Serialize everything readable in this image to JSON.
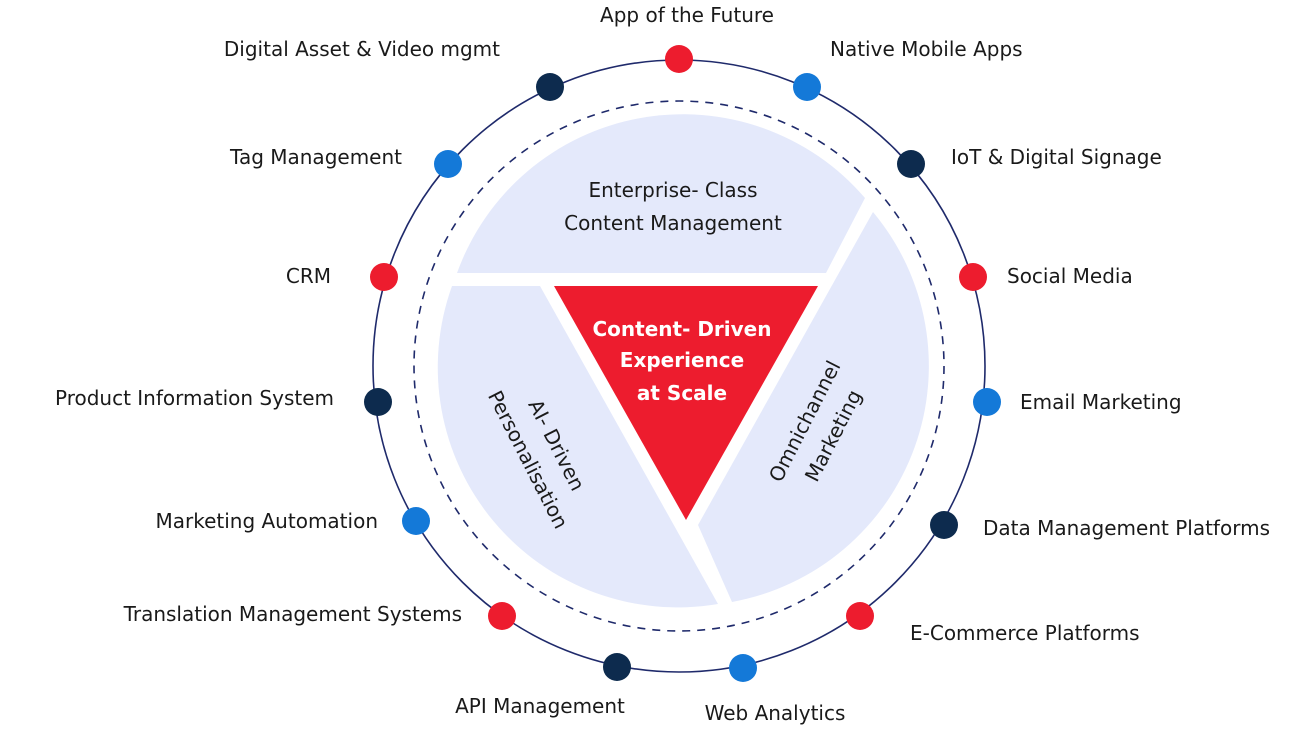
{
  "center_text": [
    "Content- Driven",
    "Experience",
    "at Scale"
  ],
  "segments": {
    "top": [
      "Enterprise- Class",
      "Content Management"
    ],
    "left": [
      "AI- Driven",
      "Personalisation"
    ],
    "right": [
      "Omnichannel",
      "Marketing"
    ]
  },
  "colors": {
    "red": "#ED1C2E",
    "navy": "#0D2B4E",
    "blue": "#1479D8",
    "ring": "#1F2A6B",
    "segment_fill": "#E4E9FB",
    "text": "#1A1A1A",
    "center_text": "#FFFFFF"
  },
  "nodes": [
    {
      "label": "App of the Future",
      "color": "red"
    },
    {
      "label": "Native Mobile Apps",
      "color": "blue"
    },
    {
      "label": "IoT & Digital Signage",
      "color": "navy"
    },
    {
      "label": "Social Media",
      "color": "red"
    },
    {
      "label": "Email Marketing",
      "color": "blue"
    },
    {
      "label": "Data Management Platforms",
      "color": "navy"
    },
    {
      "label": "E-Commerce Platforms",
      "color": "red"
    },
    {
      "label": "Web Analytics",
      "color": "blue"
    },
    {
      "label": "API Management",
      "color": "navy"
    },
    {
      "label": "Translation Management Systems",
      "color": "red"
    },
    {
      "label": "Marketing Automation",
      "color": "blue"
    },
    {
      "label": "Product Information System",
      "color": "navy"
    },
    {
      "label": "CRM",
      "color": "red"
    },
    {
      "label": "Tag Management",
      "color": "blue"
    },
    {
      "label": "Digital Asset & Video mgmt",
      "color": "navy"
    }
  ]
}
